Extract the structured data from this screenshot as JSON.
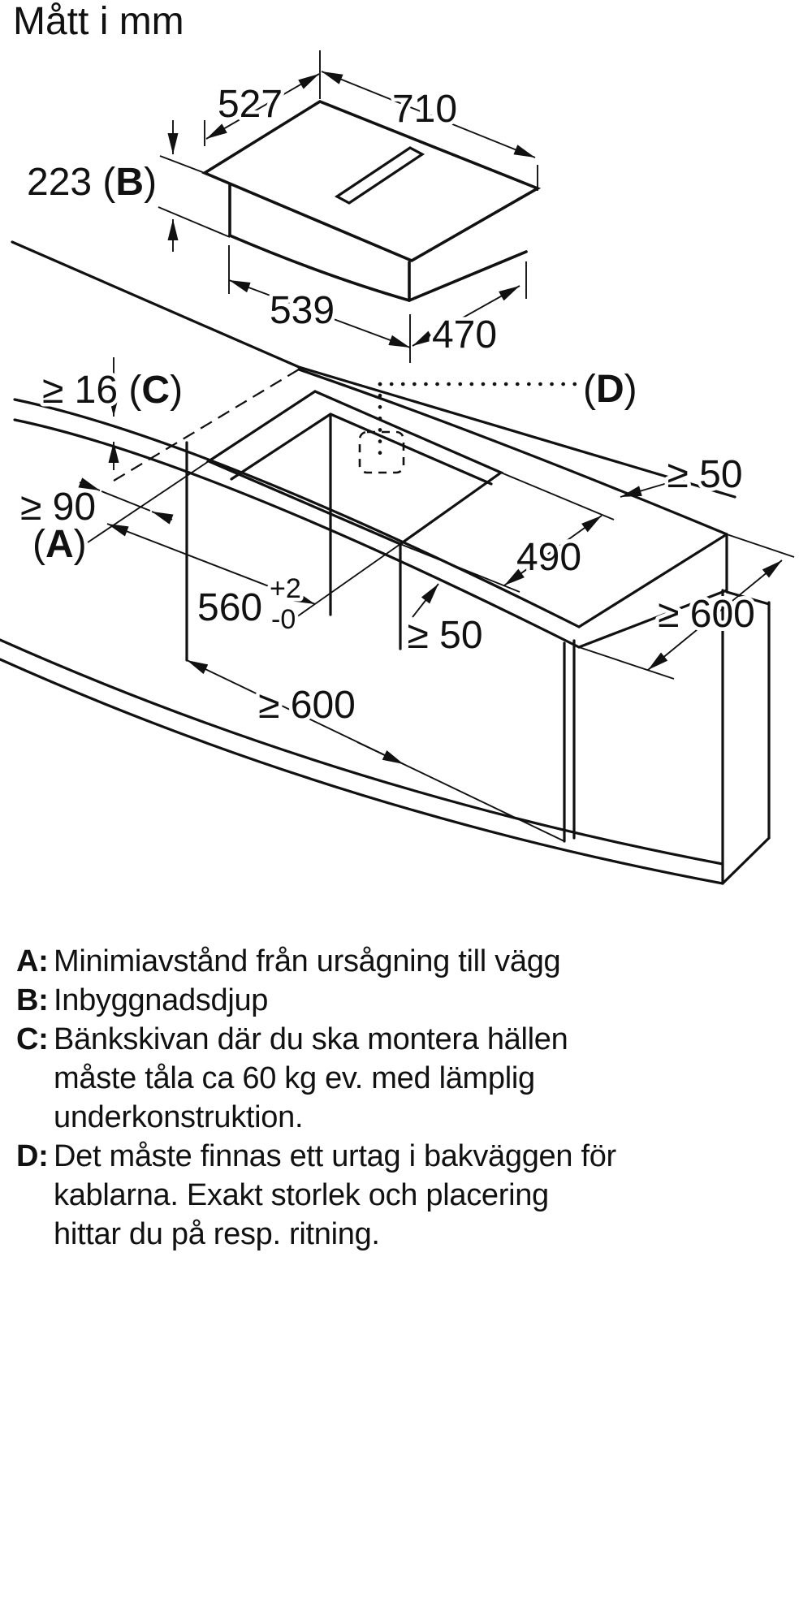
{
  "title": "Mått i mm",
  "colors": {
    "ink": "#111111",
    "background": "#ffffff"
  },
  "hob_drawing": {
    "width_top": "527",
    "length_top": "710",
    "depth_pre": "223 (",
    "depth_key": "B",
    "depth_post": ")",
    "width_bottom": "539",
    "length_bottom": "470"
  },
  "install_drawing": {
    "thickness_pre": "≥ 16 (",
    "thickness_key": "C",
    "thickness_post": ")",
    "d_pre": "(",
    "d_key": "D",
    "d_post": ")",
    "back_clearance": "≥ 50",
    "cutout_depth": "490",
    "a_value": "≥ 90",
    "a_pre": "(",
    "a_key": "A",
    "a_post": ")",
    "cutout_width": "560",
    "cutout_width_tol_plus": "+2",
    "cutout_width_tol_minus": "-0",
    "front_clearance": "≥ 50",
    "worktop_depth": "≥ 600",
    "cabinet_width": "≥ 600"
  },
  "legend": {
    "items": [
      {
        "key": "A:",
        "text": "Minimiavstånd från ursågning till vägg"
      },
      {
        "key": "B:",
        "text": "Inbyggnadsdjup"
      },
      {
        "key": "C:",
        "text": "Bänkskivan där du ska montera hällen måste tåla ca 60 kg ev. med lämplig underkonstruktion."
      },
      {
        "key": "D:",
        "text": "Det måste finnas ett urtag i bakväggen för kablarna. Exakt storlek och placering hittar du på resp. ritning."
      }
    ]
  }
}
